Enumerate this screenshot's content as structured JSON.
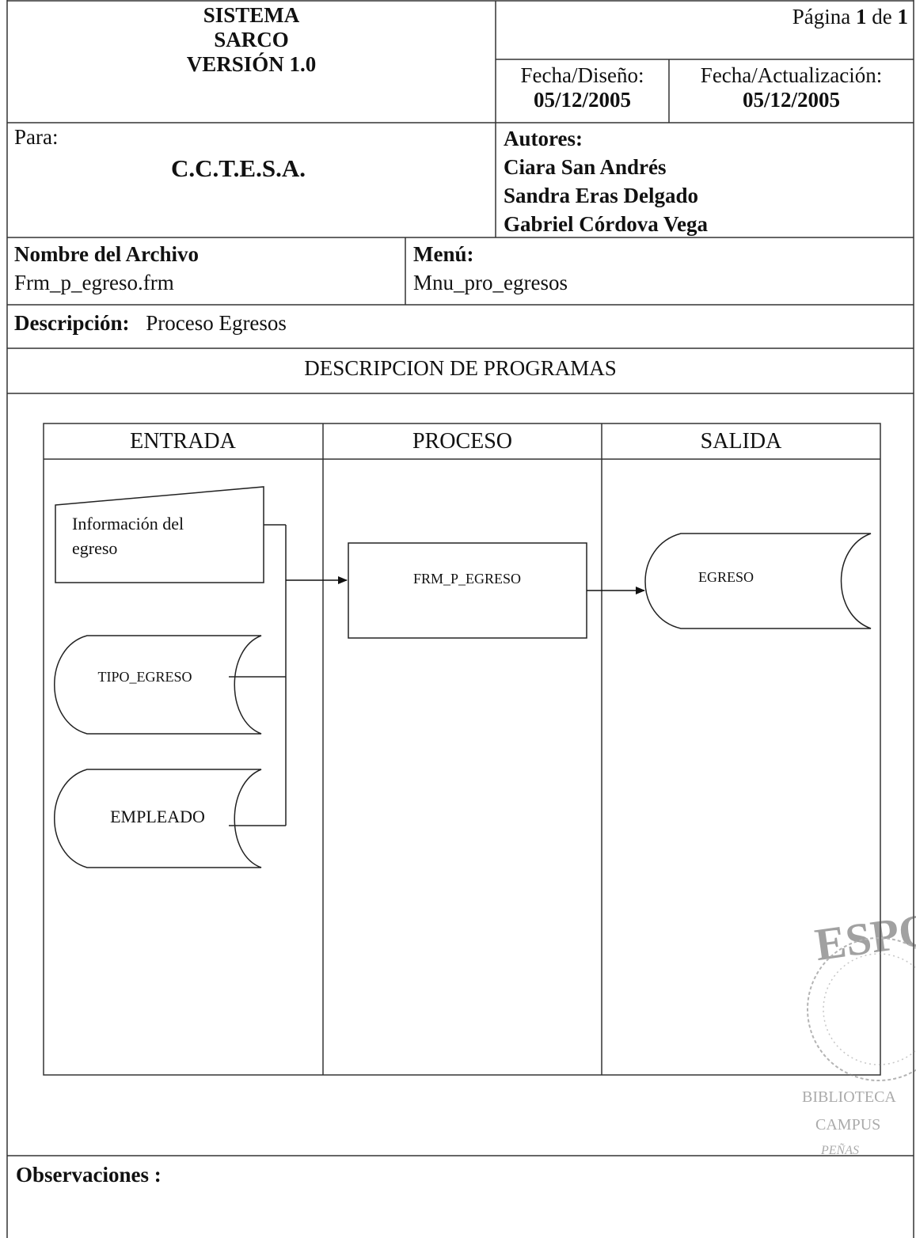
{
  "header": {
    "system_line1": "SISTEMA",
    "system_line2": "SARCO",
    "version": "VERSIÓN 1.0",
    "page_prefix": "Página",
    "page_current": "1",
    "page_of": "de",
    "page_total": "1",
    "design_date_label": "Fecha/Diseño:",
    "design_date": "05/12/2005",
    "update_date_label": "Fecha/Actualización:",
    "update_date": "05/12/2005"
  },
  "client": {
    "label": "Para:",
    "name": "C.C.T.E.S.A."
  },
  "authors": {
    "label": "Autores:",
    "names": [
      "Ciara San Andrés",
      "Sandra Eras Delgado",
      "Gabriel Córdova Vega"
    ]
  },
  "file": {
    "label": "Nombre del Archivo",
    "value": "Frm_p_egreso.frm"
  },
  "menu": {
    "label": "Menú:",
    "value": "Mnu_pro_egresos"
  },
  "description": {
    "label": "Descripción:",
    "value": "Proceso Egresos"
  },
  "section_title": "DESCRIPCION DE PROGRAMAS",
  "diagram": {
    "columns": [
      "ENTRADA",
      "PROCESO",
      "SALIDA"
    ],
    "input_manual": [
      "Información del",
      "egreso"
    ],
    "input_db1": "TIPO_EGRESO",
    "input_db2": "EMPLEADO",
    "process": "FRM_P_EGRESO",
    "output": "EGRESO"
  },
  "stamp": {
    "text_top": "ESPOL",
    "text_lines": [
      "BIBLIOTECA",
      "CAMPUS",
      "PEÑAS"
    ]
  },
  "observations": {
    "label": "Observaciones :"
  }
}
